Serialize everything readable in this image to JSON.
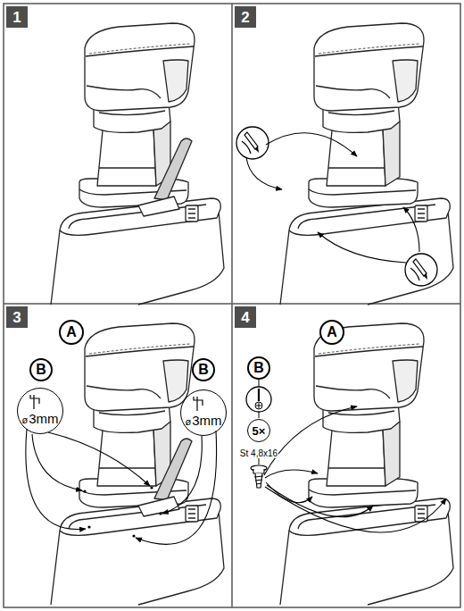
{
  "diagram": {
    "nodes": [
      {
        "text": [
          "1"
        ]
      },
      {
        "text": [
          "2"
        ]
      },
      {
        "text": [
          "3"
        ]
      },
      {
        "text": [
          "A"
        ]
      },
      {
        "text": [
          "B"
        ]
      },
      {
        "text": [
          "ø",
          "3mm"
        ]
      },
      {
        "text": [
          "B"
        ]
      },
      {
        "text": [
          "ø",
          "3mm"
        ]
      },
      {
        "text": [
          "4"
        ]
      },
      {
        "text": [
          "A"
        ]
      },
      {
        "text": [
          "B"
        ]
      },
      {
        "text": [
          "5×"
        ]
      }
    ],
    "labels": [
      "St 4,8x16"
    ]
  }
}
